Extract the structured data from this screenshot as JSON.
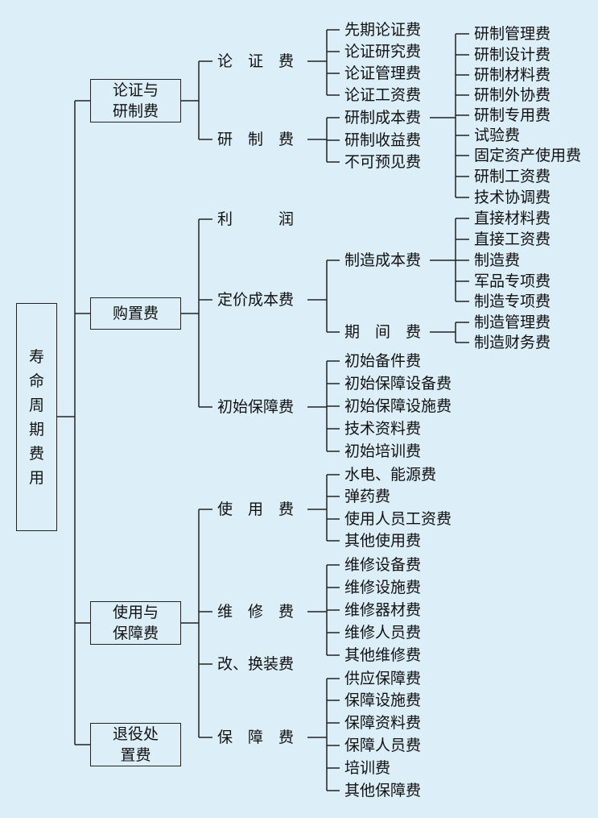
{
  "root": "寿\n命\n周\n期\n费\n用",
  "groups": [
    {
      "name": "论证与\n研制费",
      "children": [
        {
          "label": "论　证　费",
          "leaves": [
            "先期论证费",
            "论证研究费",
            "论证管理费",
            "论证工资费"
          ]
        },
        {
          "label": "研　制　费",
          "leaves": [
            "研制成本费",
            "研制收益费",
            "不可预见费"
          ]
        }
      ],
      "sub_leaves": [
        "研制管理费",
        "研制设计费",
        "研制材料费",
        "研制外协费",
        "研制专用费",
        "试验费",
        "固定资产使用费",
        "研制工资费",
        "技术协调费"
      ]
    },
    {
      "name": "购置费",
      "children": [
        {
          "label": "利　　　润",
          "leaves": []
        },
        {
          "label": "定价成本费",
          "leaves": [
            "制造成本费",
            "期　间　费"
          ]
        },
        {
          "label": "初始保障费",
          "leaves": [
            "初始备件费",
            "初始保障设备费",
            "初始保障设施费",
            "技术资料费",
            "初始培训费"
          ]
        }
      ],
      "manufacturing_leaves": [
        "直接材料费",
        "直接工资费",
        "制造费",
        "军品专项费",
        "制造专项费"
      ],
      "period_leaves": [
        "制造管理费",
        "制造财务费"
      ]
    },
    {
      "name": "使用与\n保障费",
      "children": [
        {
          "label": "使　用　费",
          "leaves": [
            "水电、能源费",
            "弹药费",
            "使用人员工资费",
            "其他使用费"
          ]
        },
        {
          "label": "维　修　费",
          "leaves": [
            "维修设备费",
            "维修设施费",
            "维修器材费",
            "维修人员费",
            "其他维修费"
          ]
        },
        {
          "label": "改、换装费",
          "leaves": []
        },
        {
          "label": "保　障　费",
          "leaves": [
            "供应保障费",
            "保障设施费",
            "保障资料费",
            "保障人员费",
            "培训费",
            "其他保障费"
          ]
        }
      ]
    },
    {
      "name": "退役处\n置费",
      "children": []
    }
  ]
}
